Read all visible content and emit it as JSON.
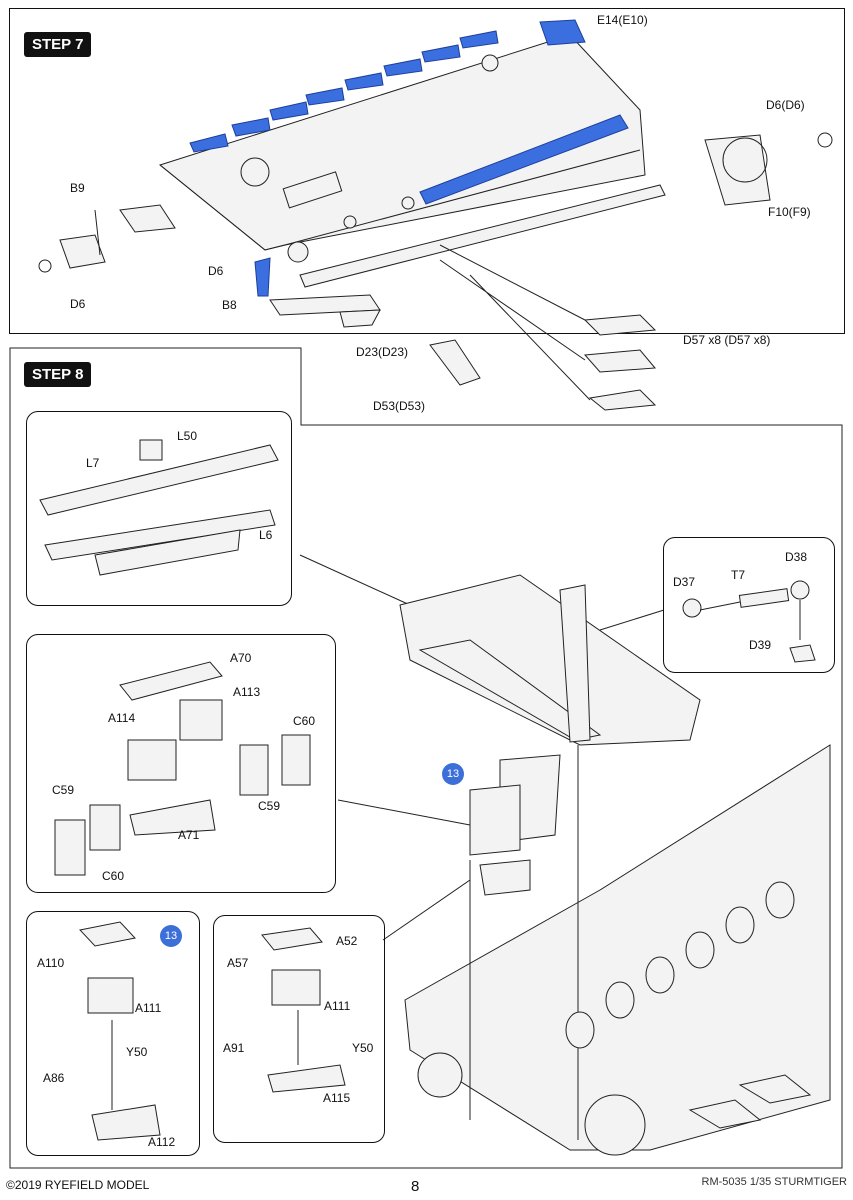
{
  "steps": {
    "step7": {
      "title": "STEP 7",
      "labels": [
        "E14(E10)",
        "D6(D6)",
        "F10(F9)",
        "B9",
        "D6",
        "D6",
        "B8",
        "D23(D23)",
        "D53(D53)",
        "D57 x8 (D57 x8)"
      ]
    },
    "step8": {
      "title": "STEP 8",
      "callout_l": [
        "L50",
        "L7",
        "L6"
      ],
      "callout_gun": [
        "D37",
        "T7",
        "D38",
        "D39"
      ],
      "callout_box": [
        "A70",
        "A113",
        "A114",
        "C60",
        "C59",
        "C59",
        "A71",
        "C60"
      ],
      "callout_a110": [
        "A110",
        "A111",
        "A86",
        "Y50",
        "A112"
      ],
      "callout_a57": [
        "A57",
        "A52",
        "A111",
        "A91",
        "Y50",
        "A115"
      ],
      "ref_number": "13"
    }
  },
  "colors": {
    "highlight": "#3b6fe0",
    "badge": "#111111",
    "ref_dot": "#3d6fd8"
  },
  "footer": {
    "copyright": "©2019 RYEFIELD MODEL",
    "page": "8",
    "product": "RM-5035 1/35 STURMTIGER"
  }
}
